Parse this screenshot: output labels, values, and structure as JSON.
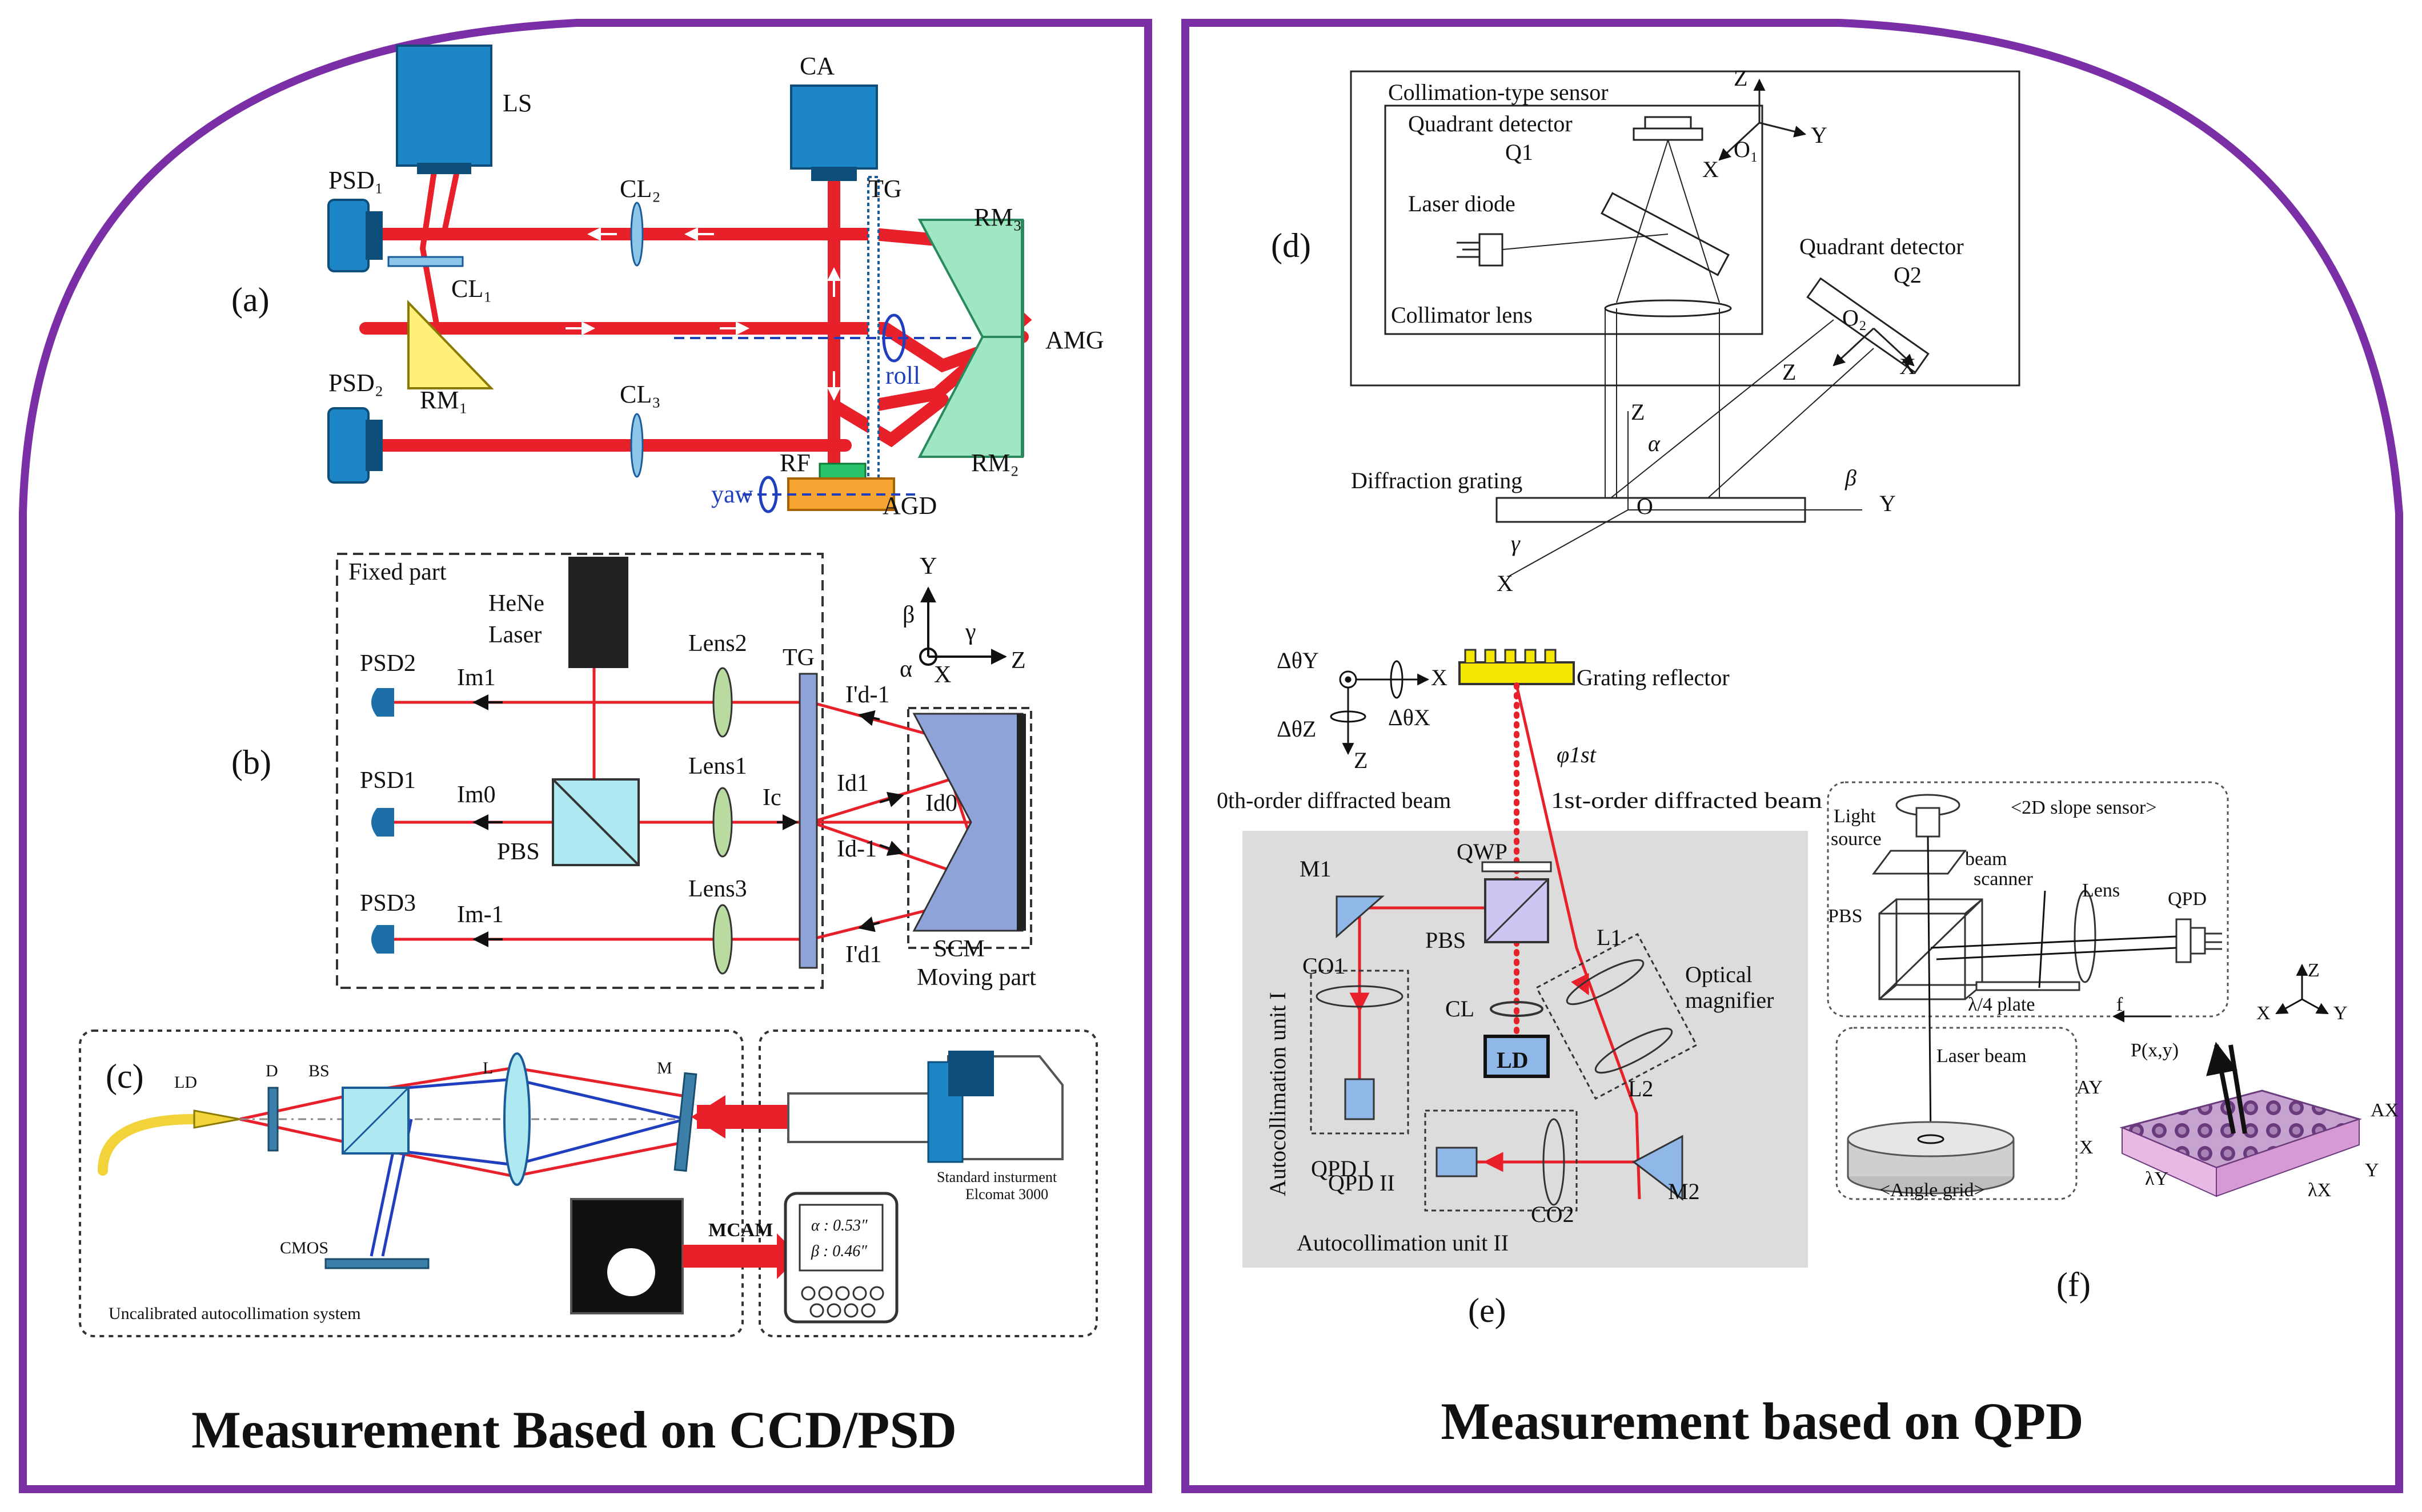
{
  "colors": {
    "frame": "#7b2fa6",
    "beam": "#e8202a",
    "device_blue": "#1d86c6",
    "device_dark": "#0d4f7a",
    "prism_green": "#9fe7c3",
    "prism_yellow": "#fff07a",
    "grey_panel": "#dcdcdc",
    "lens_green": "#b9dba0",
    "cube_cyan": "#aee9f2",
    "label_blue": "#1f3fbf",
    "reflector_yellow": "#f5e600"
  },
  "left_panel": {
    "title": "Measurement Based on CCD/PSD",
    "a": {
      "tag": "(a)",
      "labels": [
        "LS",
        "CA",
        "TG",
        "PSD₁",
        "CL₂",
        "RM₃",
        "CL₁",
        "AMG",
        "RM₁",
        "roll",
        "PSD₂",
        "CL₃",
        "RM₂",
        "RF",
        "yaw",
        "AGD"
      ]
    },
    "b": {
      "tag": "(b)",
      "labels": [
        "Fixed part",
        "HeNe",
        "Laser",
        "PSD2",
        "Lens2",
        "TG",
        "PSD1",
        "Lens1",
        "PBS",
        "PSD3",
        "Lens3",
        "SCM",
        "Moving part",
        "Y",
        "β",
        "γ",
        "Z",
        "α",
        "X"
      ],
      "beams": [
        "Im1",
        "Im0",
        "Im-1",
        "Ic",
        "I'd-1",
        "Id1",
        "Id0",
        "Id-1",
        "I'd1"
      ]
    },
    "c": {
      "tag": "(c)",
      "labels": [
        "LD",
        "D",
        "BS",
        "L",
        "M",
        "CMOS",
        "Uncalibrated autocollimation system",
        "Standard insturment",
        "Elcomat 3000",
        "MCAM"
      ],
      "readout": [
        "α : 0.53″",
        "β : 0.46″"
      ]
    }
  },
  "right_panel": {
    "title": "Measurement based on QPD",
    "d": {
      "tag": "(d)",
      "labels": [
        "Collimation-type sensor",
        "Quadrant detector",
        "Q1",
        "Laser diode",
        "Collimator lens",
        "Quadrant detector",
        "Q2",
        "Diffraction grating",
        "Z",
        "Y",
        "X",
        "O₁",
        "O₂",
        "O",
        "α",
        "β",
        "γ",
        "Z",
        "Y",
        "X",
        "Z",
        "X"
      ]
    },
    "e": {
      "tag": "(e)",
      "labels": [
        "Grating reflector",
        "0th-order diffracted beam",
        "1st-order diffracted beam",
        "QWP",
        "M1",
        "PBS",
        "CO1",
        "L1",
        "Optical",
        "magnifier",
        "CL",
        "LD",
        "L2",
        "Autocollimation unit I",
        "QPD I",
        "QPD II",
        "CO2",
        "M2",
        "Autocollimation unit II",
        "X",
        "Z",
        "ΔθY",
        "ΔθZ",
        "ΔθX",
        "φ1st"
      ]
    },
    "f": {
      "tag": "(f)",
      "labels": [
        "<2D slope sensor>",
        "Light",
        "source",
        "beam",
        "scanner",
        "Lens",
        "QPD",
        "PBS",
        "λ/4 plate",
        "f",
        "Laser beam",
        "P(x,y)",
        "<Angle grid>",
        "AY",
        "AX",
        "X",
        "Y",
        "Z",
        "X",
        "Y",
        "λY",
        "λX"
      ]
    }
  }
}
